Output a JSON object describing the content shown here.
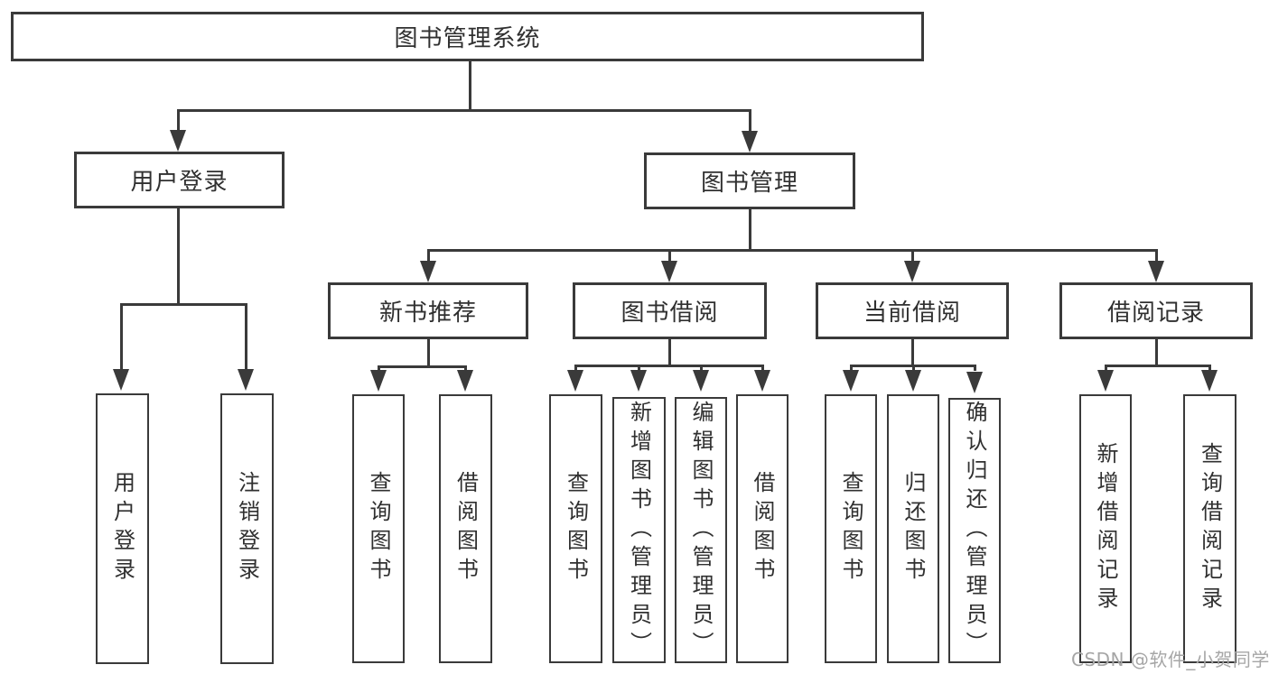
{
  "diagram": {
    "root": {
      "label": "图书管理系统"
    },
    "branches": {
      "user_login": {
        "label": "用户登录",
        "children": [
          {
            "label": "用户登录"
          },
          {
            "label": "注销登录"
          }
        ]
      },
      "book_mgmt": {
        "label": "图书管理",
        "children": [
          {
            "label": "新书推荐",
            "children": [
              {
                "label": "查询图书"
              },
              {
                "label": "借阅图书"
              }
            ]
          },
          {
            "label": "图书借阅",
            "children": [
              {
                "label": "查询图书"
              },
              {
                "label": "新增图书（管理员）"
              },
              {
                "label": "编辑图书（管理员）"
              },
              {
                "label": "借阅图书"
              }
            ]
          },
          {
            "label": "当前借阅",
            "children": [
              {
                "label": "查询图书"
              },
              {
                "label": "归还图书"
              },
              {
                "label": "确认归还（管理员）"
              }
            ]
          },
          {
            "label": "借阅记录",
            "children": [
              {
                "label": "新增借阅记录"
              },
              {
                "label": "查询借阅记录"
              }
            ]
          }
        ]
      }
    },
    "watermark": "CSDN @软件_小贺同学",
    "colors": {
      "line": "#3a3a3a",
      "text": "#303030",
      "watermark": "#a6a6a6",
      "background": "#ffffff"
    }
  }
}
